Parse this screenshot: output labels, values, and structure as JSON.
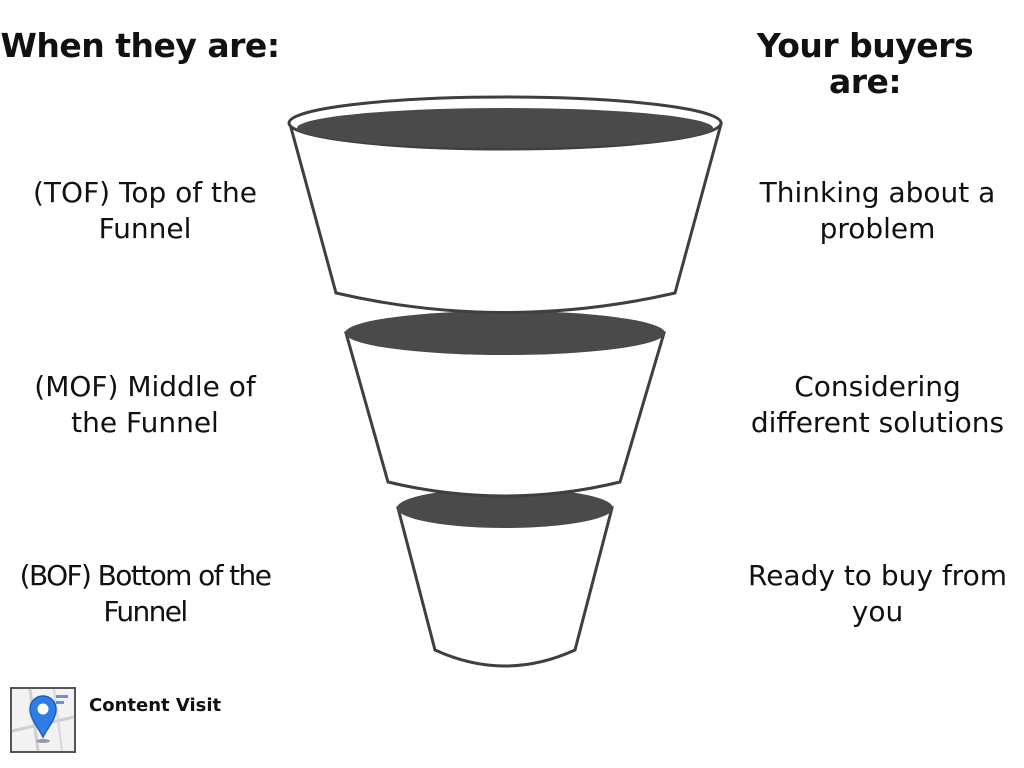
{
  "columns": {
    "left_heading": "When they are:",
    "right_heading": "Your buyers are:"
  },
  "stages": [
    {
      "id": "tof",
      "label": "(TOF) Top of the Funnel",
      "buyer_state": "Thinking about a problem"
    },
    {
      "id": "mof",
      "label": "(MOF) Middle of the Funnel",
      "buyer_state": "Considering different solutions"
    },
    {
      "id": "bof",
      "label": "(BOF) Bottom of the Funnel",
      "buyer_state": "Ready to buy from you"
    }
  ],
  "brand": {
    "name": "Content Visit",
    "logo_icon": "map-pin-icon"
  },
  "colors": {
    "outline": "#3f3f3f",
    "dark_band": "#4a4a4a",
    "pin": "#2f7ee8"
  }
}
